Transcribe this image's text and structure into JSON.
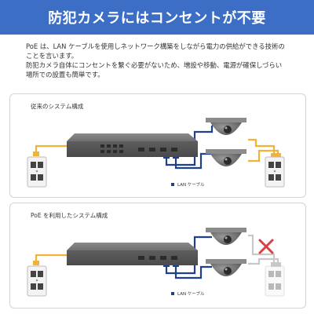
{
  "header": {
    "title": "防犯カメラにはコンセントが不要"
  },
  "intro": {
    "line1": "PoE は、LAN ケーブルを使用しネットワーク構築をしながら電力の供給ができる技術の",
    "line2": "ことを言います。",
    "line3": "防犯カメラ自体にコンセントを繋ぐ必要がないため、増設や移動、電源が確保しづらい",
    "line4": "場所での設置も簡単です。"
  },
  "panels": {
    "conventional": {
      "title": "従来のシステム構成",
      "legend": "LAN ケーブル"
    },
    "poe": {
      "title": "PoE を利用したシステム構成",
      "legend": "LAN ケーブル"
    }
  },
  "colors": {
    "header_bg": "#3b6ec4",
    "lan_cable": "#1f3f8f",
    "power_cable": "#f2b233",
    "disabled_cable": "#c8c8c8",
    "cross_mark": "#d94040"
  },
  "icons": [
    "power-outlet-icon",
    "network-recorder-icon",
    "dome-camera-icon",
    "cross-mark-icon"
  ]
}
